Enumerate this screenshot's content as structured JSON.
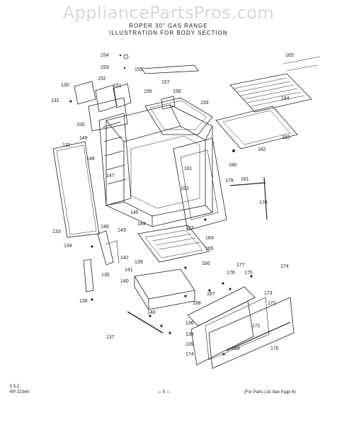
{
  "watermark": "AppliancePartsPros.com",
  "title_line1": "ROPER 30\" GAS RANGE",
  "title_line2": "ILLUSTRATION FOR BODY SECTION",
  "part_labels": [
    "154",
    "153",
    "155",
    "165",
    "130",
    "152",
    "151",
    "157",
    "156",
    "158",
    "131",
    "184",
    "159",
    "150",
    "149",
    "132",
    "183",
    "182",
    "148",
    "161",
    "180",
    "181",
    "179",
    "147",
    "162",
    "178",
    "145",
    "133",
    "146",
    "143",
    "144",
    "163",
    "164",
    "134",
    "142",
    "165",
    "139",
    "166",
    "135",
    "141",
    "177",
    "176",
    "175",
    "174",
    "140",
    "167",
    "173",
    "136",
    "168",
    "172",
    "140",
    "138",
    "171",
    "137",
    "139",
    "136",
    "170",
    "174",
    "169"
  ],
  "footer": {
    "left_line1": "5.5.2",
    "left_line2": "RP 22344",
    "center": "— 5 —",
    "right": "(For Parts List See Page 6)"
  }
}
